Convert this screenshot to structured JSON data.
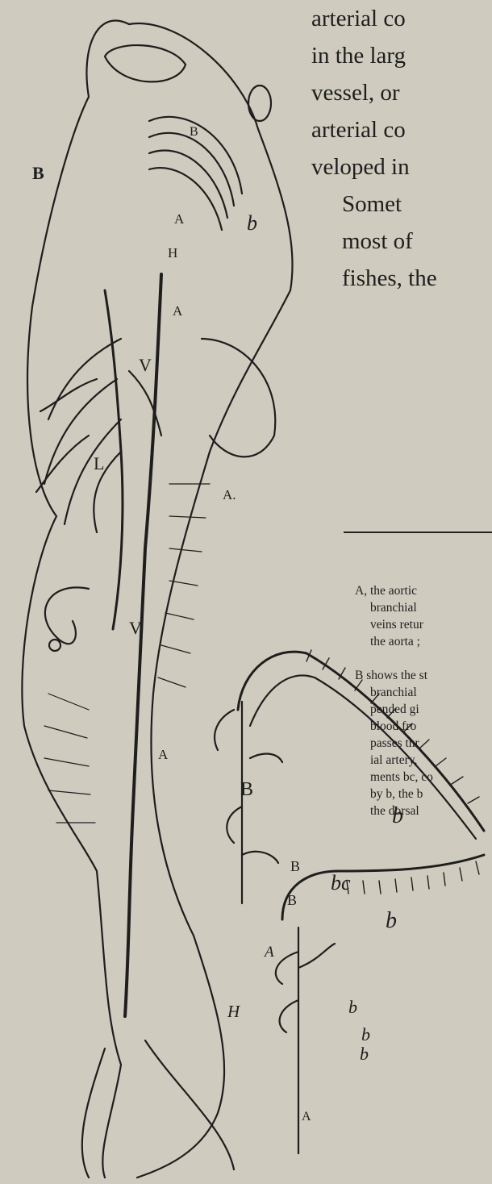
{
  "body_text": [
    "arterial co",
    "in the larg",
    "vessel, or",
    "arterial co",
    "veloped in",
    "Somet",
    "most of",
    "fishes, the"
  ],
  "caption": [
    "A, the aortic",
    "branchial",
    "veins retur",
    "the aorta ;",
    "",
    "B shows the st",
    "branchial",
    "pended gi",
    "blood fro",
    "passes thr",
    "ial artery,",
    "ments bc, co",
    "by b, the b",
    "the dorsal"
  ],
  "figure_labels": {
    "fish_B_left": "B",
    "fish_B_top": "B",
    "fish_A_upper": "A",
    "fish_H": "H",
    "fish_b": "b",
    "fish_A_mid": "A",
    "fish_V_upper": "V",
    "fish_L": "L",
    "fish_A_side": "A.",
    "fish_V_lower": "V",
    "fish_O": "O",
    "fish_A_lower": "A",
    "gill_B_top": "B",
    "gill_b_top": "b",
    "gill_B_2": "B",
    "gill_bc": "bc",
    "gill_B_3": "B",
    "gill_b_mid": "b",
    "gill_A": "A",
    "gill_H": "H",
    "gill_b_1": "b",
    "gill_b_2": "b",
    "gill_b_3": "b",
    "gill_A_bottom": "A"
  },
  "colors": {
    "paper": "#cfcbbe",
    "ink": "#1e1e1e"
  }
}
